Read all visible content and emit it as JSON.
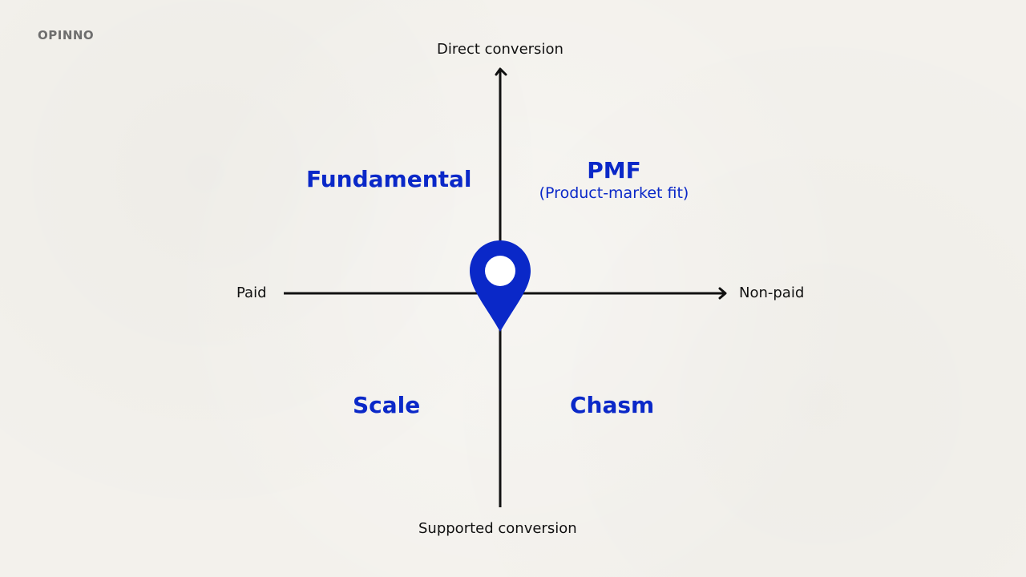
{
  "brand": {
    "logo_text": "OPINNO"
  },
  "axes": {
    "top": "Direct conversion",
    "bottom": "Supported conversion",
    "left": "Paid",
    "right": "Non-paid"
  },
  "quadrants": {
    "top_left": "Fundamental",
    "top_right": {
      "title": "PMF",
      "subtitle": "(Product-market fit)"
    },
    "bottom_left": "Scale",
    "bottom_right": "Chasm"
  },
  "colors": {
    "accent": "#0a28c8",
    "axis": "#111111",
    "background": "#f3f1ec",
    "logo": "#6e6e6e"
  },
  "icons": {
    "center": "map-pin-icon"
  }
}
